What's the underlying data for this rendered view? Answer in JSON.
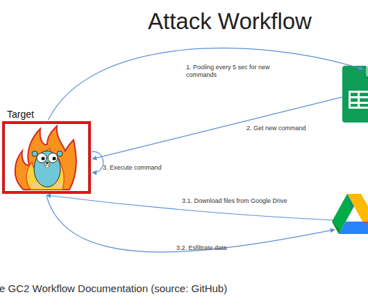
{
  "diagram": {
    "title": "Attack Workflow",
    "caption": "e GC2 Workflow Documentation (source: GitHub)",
    "nodes": [
      {
        "text": [
          "Target"
        ]
      },
      {
        "text": []
      },
      {
        "text": []
      }
    ],
    "edges": [
      {
        "from": 0,
        "to": 1,
        "arrow": "to",
        "label": "1. Pooling every 5 sec for new commands"
      },
      {
        "from": 1,
        "to": 0,
        "arrow": "to",
        "label": "2. Get new command"
      },
      {
        "from": 0,
        "to": 0,
        "arrow": "to",
        "label": "3. Execute command"
      },
      {
        "from": 2,
        "to": 0,
        "arrow": "to",
        "label": "3.1. Download files from Google Drive"
      },
      {
        "from": 0,
        "to": 2,
        "arrow": "to",
        "label": "3.2. Esfiltrate data"
      }
    ]
  }
}
